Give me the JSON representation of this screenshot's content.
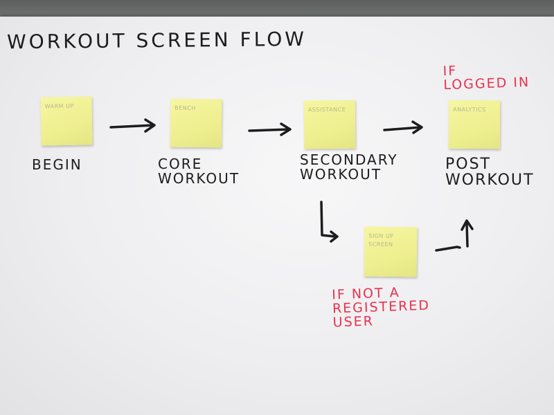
{
  "title": "Workout Screen Flow",
  "nodes": [
    {
      "note": "Warm Up",
      "label": "Begin"
    },
    {
      "note": "Bench",
      "label": "Core\nWorkout"
    },
    {
      "note": "Assistance",
      "label": "Secondary\nWorkout"
    },
    {
      "note": "Analytics",
      "label": "Post\nWorkout"
    },
    {
      "note": "Sign Up\nScreen",
      "label": ""
    }
  ],
  "conditions": {
    "logged_in": "If\nLogged In",
    "not_registered": "If not a\nRegistered\nUser"
  },
  "colors": {
    "ink": "#1c1c1c",
    "red_marker": "#e8314f",
    "sticky_note": "#f2f29a"
  }
}
